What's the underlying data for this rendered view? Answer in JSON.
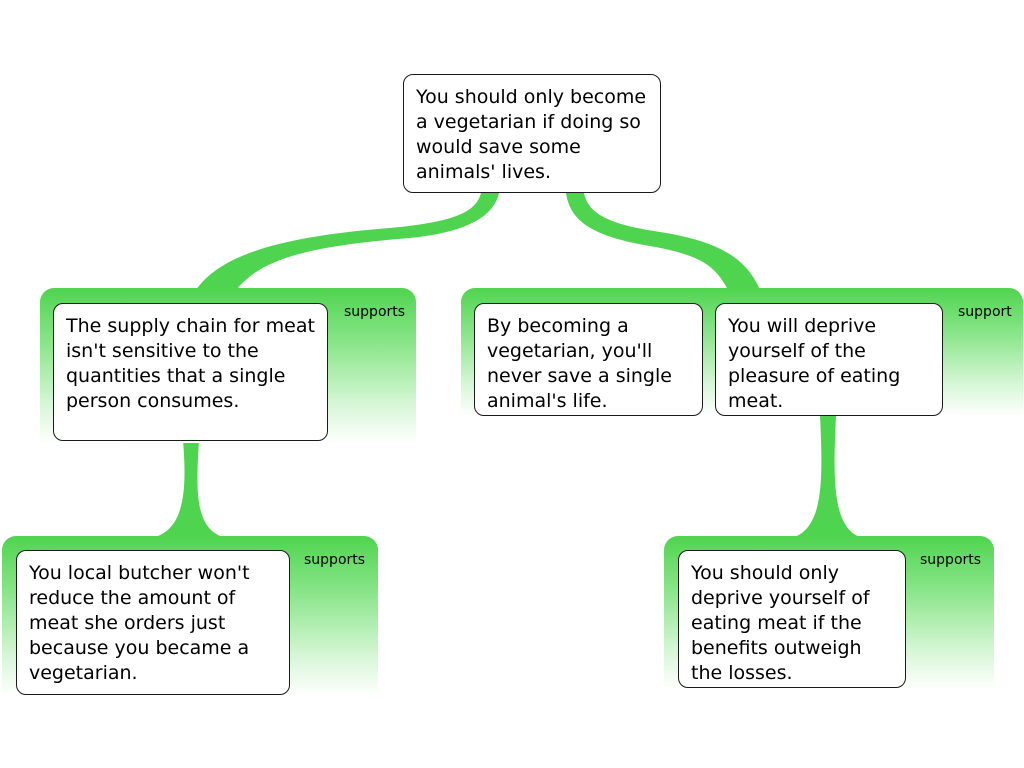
{
  "colors": {
    "group_fill": "#4fd44f",
    "connector": "#4fd44f",
    "box_border": "#1a1a1a"
  },
  "root": {
    "text": "You should only become a vegetarian if doing so would save some animals' lives."
  },
  "groups": {
    "left": {
      "label": "supports",
      "claim": "The supply chain for meat isn't sensitive to the quantities that a single person consumes."
    },
    "right": {
      "label": "support",
      "claims": [
        "By becoming a vegetarian, you'll never save a single animal's life.",
        "You will deprive yourself of the pleasure of eating meat."
      ]
    },
    "bottom_left": {
      "label": "supports",
      "claim": "You local butcher won't reduce the amount of meat she orders just because you became a vegetarian."
    },
    "bottom_right": {
      "label": "supports",
      "claim": "You should only deprive yourself of eating meat if the benefits outweigh the losses."
    }
  }
}
